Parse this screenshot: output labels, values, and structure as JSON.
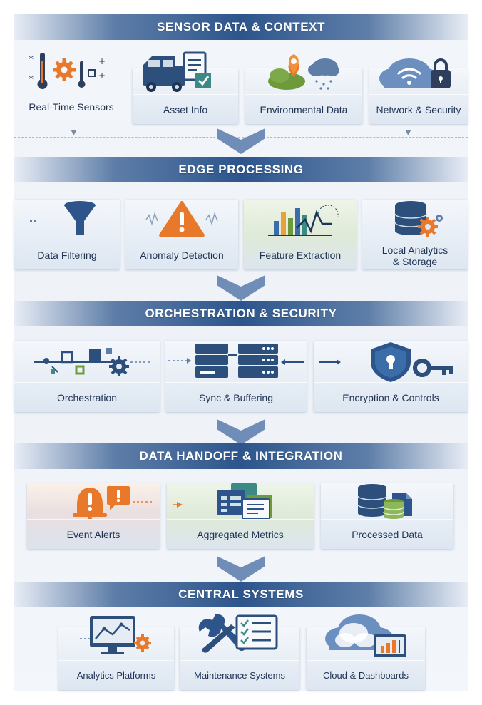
{
  "sections": [
    {
      "title": "SENSOR DATA & CONTEXT",
      "items": [
        {
          "label": "Real-Time Sensors",
          "icon": "sensor-icon"
        },
        {
          "label": "Asset Info",
          "icon": "truck-document-icon"
        },
        {
          "label": "Environmental Data",
          "icon": "location-weather-icon"
        },
        {
          "label": "Network & Security",
          "icon": "cloud-lock-icon"
        }
      ]
    },
    {
      "title": "EDGE PROCESSING",
      "items": [
        {
          "label": "Data Filtering",
          "icon": "funnel-icon"
        },
        {
          "label": "Anomaly Detection",
          "icon": "warning-icon"
        },
        {
          "label": "Feature Extraction",
          "icon": "bar-chart-icon"
        },
        {
          "label": "Local Analytics\n& Storage",
          "label_line1": "Local Analytics",
          "label_line2": "& Storage",
          "icon": "database-gear-icon"
        }
      ]
    },
    {
      "title": "ORCHESTRATION & SECURITY",
      "items": [
        {
          "label": "Orchestration",
          "icon": "workflow-icon"
        },
        {
          "label": "Sync & Buffering",
          "icon": "server-icon"
        },
        {
          "label": "Encryption & Controls",
          "icon": "shield-key-icon"
        }
      ]
    },
    {
      "title": "DATA HANDOFF & INTEGRATION",
      "items": [
        {
          "label": "Event Alerts",
          "icon": "alert-bell-icon"
        },
        {
          "label": "Aggregated Metrics",
          "icon": "documents-icon"
        },
        {
          "label": "Processed Data",
          "icon": "database-file-icon"
        }
      ]
    },
    {
      "title": "CENTRAL SYSTEMS",
      "items": [
        {
          "label": "Analytics Platforms",
          "icon": "monitor-chart-icon"
        },
        {
          "label": "Maintenance Systems",
          "icon": "wrench-checklist-icon"
        },
        {
          "label": "Cloud & Dashboards",
          "icon": "cloud-dashboard-icon"
        }
      ]
    }
  ],
  "colors": {
    "navy": "#2d558c",
    "dark": "#1f3554",
    "orange": "#e8792b",
    "green": "#6f9a3c",
    "teal": "#3b8a86"
  }
}
